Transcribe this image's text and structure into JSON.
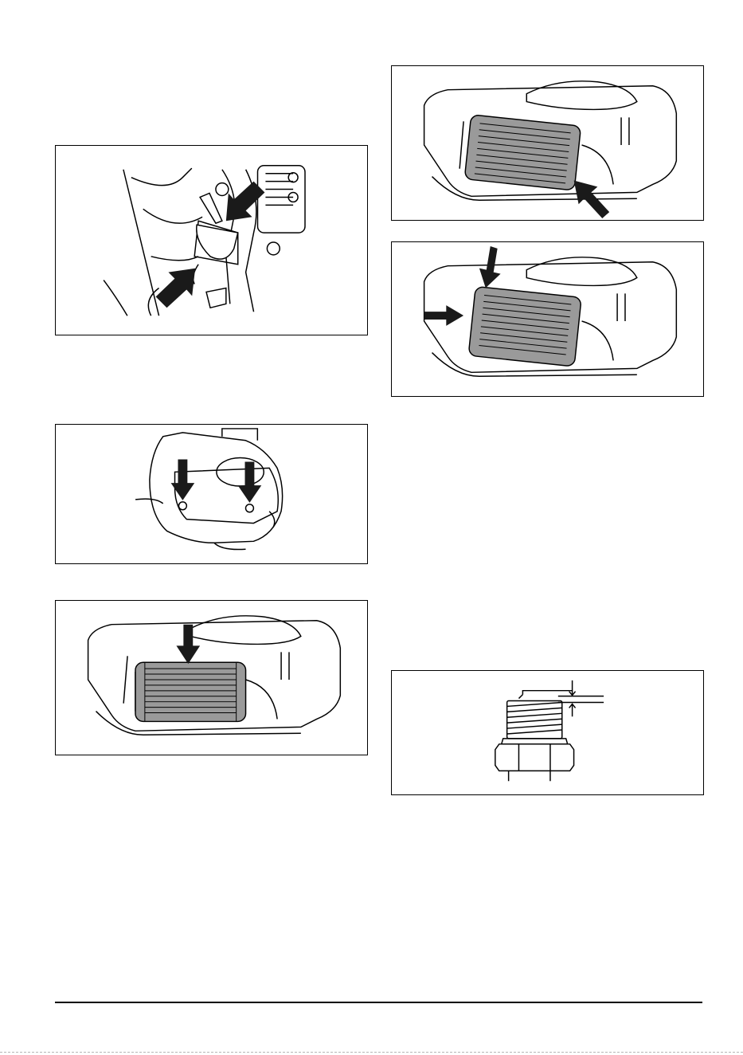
{
  "page": {
    "figures": [
      {
        "id": "fuel-filter",
        "icon": "fuel-filter-arrows-illustration"
      },
      {
        "id": "air-cover-screws",
        "icon": "air-cleaner-cover-screws-illustration"
      },
      {
        "id": "air-filter-top",
        "icon": "air-filter-press-down-illustration"
      },
      {
        "id": "air-filter-remove",
        "icon": "air-filter-remove-illustration"
      },
      {
        "id": "air-filter-install",
        "icon": "air-filter-install-illustration"
      },
      {
        "id": "spark-plug-gap",
        "icon": "spark-plug-gap-illustration"
      }
    ],
    "colors": {
      "line": "#000000",
      "filter": "#9a9a9a",
      "arrow": "#1a1a1a"
    }
  }
}
